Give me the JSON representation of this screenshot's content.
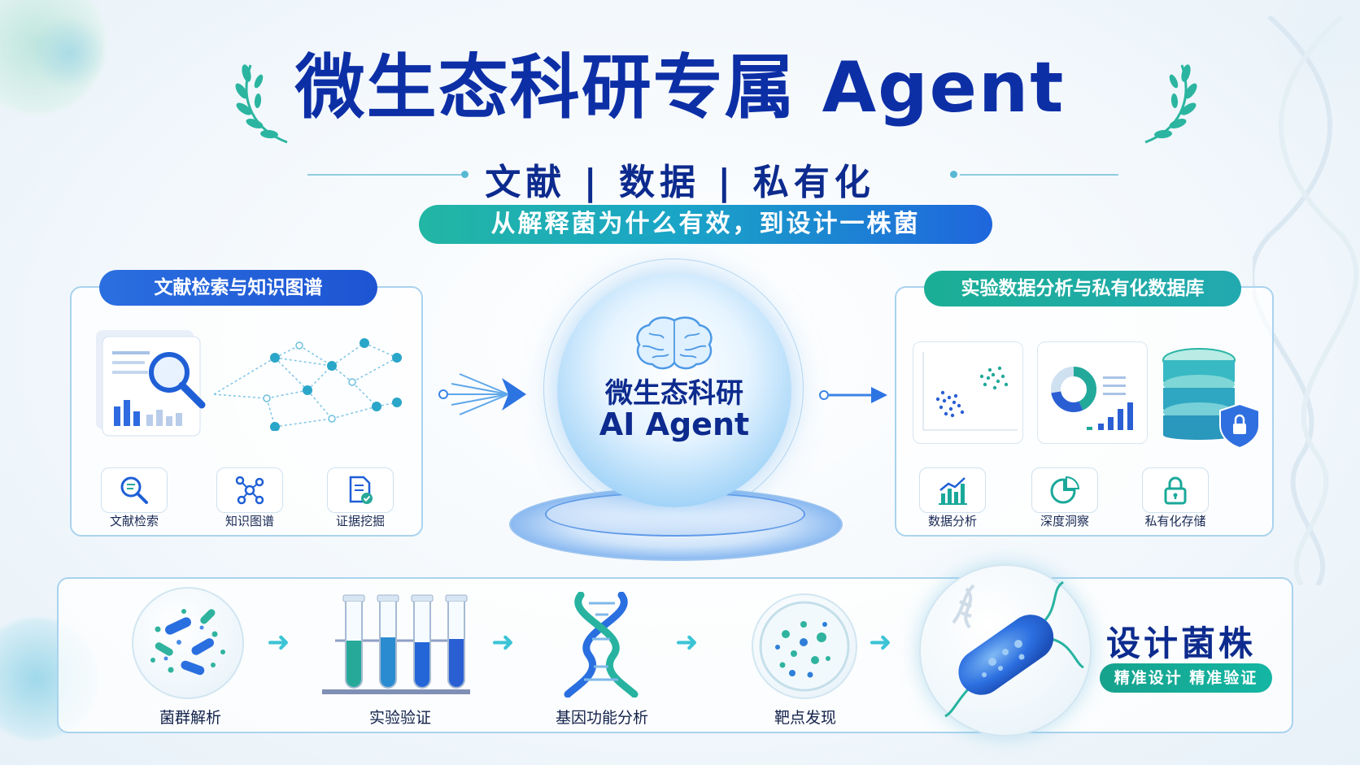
{
  "header": {
    "title": "微生态科研专属 Agent",
    "subtitle": "文献 | 数据 | 私有化",
    "tagline": "从解释菌为什么有效，到设计一株菌"
  },
  "left_panel": {
    "heading": "文献检索与知识图谱",
    "items": [
      {
        "label": "文献检索",
        "icon": "search-doc-icon"
      },
      {
        "label": "知识图谱",
        "icon": "network-icon"
      },
      {
        "label": "证据挖掘",
        "icon": "doc-check-icon"
      }
    ]
  },
  "core": {
    "line1": "微生态科研",
    "line2": "AI Agent",
    "icon": "brain-icon"
  },
  "right_panel": {
    "heading": "实验数据分析与私有化数据库",
    "items": [
      {
        "label": "数据分析",
        "icon": "bar-chart-icon"
      },
      {
        "label": "深度洞察",
        "icon": "pie-chart-icon"
      },
      {
        "label": "私有化存储",
        "icon": "lock-icon"
      }
    ]
  },
  "flow": {
    "steps": [
      {
        "label": "菌群解析",
        "icon": "bacteria-culture-icon"
      },
      {
        "label": "实验验证",
        "icon": "test-tubes-icon"
      },
      {
        "label": "基因功能分析",
        "icon": "dna-icon"
      },
      {
        "label": "靶点发现",
        "icon": "petri-dish-icon"
      }
    ],
    "result": {
      "title": "设计菌株",
      "tag": "精准设计  精准验证",
      "icon": "bacterium-icon"
    }
  },
  "colors": {
    "navy": "#0d2fa6",
    "teal": "#1aa89a",
    "blue": "#1f66dd",
    "panel_border": "#a9d3ee"
  }
}
